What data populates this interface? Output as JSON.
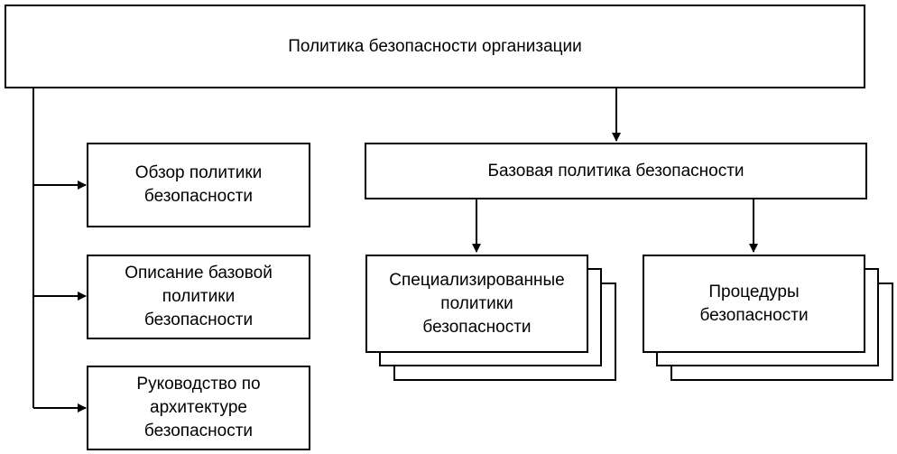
{
  "diagram": {
    "top_box": "Политика безопасности организации",
    "left_boxes": [
      "Обзор политики\nбезопасности",
      "Описание базовой\nполитики\nбезопасности",
      "Руководство по\nархитектуре\nбезопасности"
    ],
    "base_policy": "Базовая политика безопасности",
    "specialized": "Специализированные\nполитики\nбезопасности",
    "procedures": "Процедуры\nбезопасности"
  }
}
